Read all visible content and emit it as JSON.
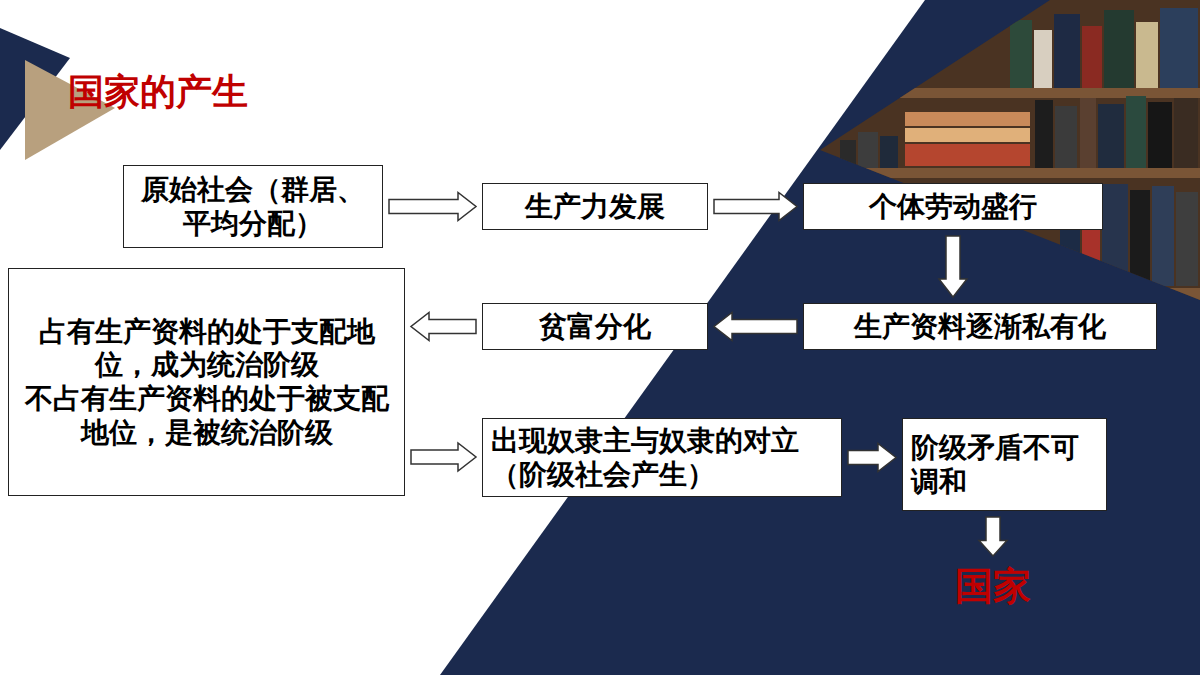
{
  "diagram": {
    "title": "国家的产生",
    "nodes": [
      {
        "text": [
          "原始社会（群居、平均分配）"
        ]
      },
      {
        "text": [
          "生产力发展"
        ]
      },
      {
        "text": [
          "个体劳动盛行"
        ]
      },
      {
        "text": [
          "生产资料逐渐私有化"
        ]
      },
      {
        "text": [
          "贫富分化"
        ]
      },
      {
        "text": [
          "占有生产资料的处于支配地位，成为统治阶级",
          "不占有生产资料的处于被支配地位，是被统治阶级"
        ]
      },
      {
        "text": [
          "出现奴隶主与奴隶的对立（阶级社会产生）"
        ]
      },
      {
        "text": [
          "阶级矛盾不可调和"
        ]
      },
      {
        "text": [
          "国家"
        ]
      }
    ],
    "edges": [
      {
        "from": 0,
        "to": 1,
        "arrow": "to"
      },
      {
        "from": 1,
        "to": 2,
        "arrow": "to"
      },
      {
        "from": 2,
        "to": 3,
        "arrow": "to"
      },
      {
        "from": 3,
        "to": 4,
        "arrow": "to"
      },
      {
        "from": 4,
        "to": 5,
        "arrow": "to"
      },
      {
        "from": 5,
        "to": 6,
        "arrow": "to"
      },
      {
        "from": 6,
        "to": 7,
        "arrow": "to"
      },
      {
        "from": 7,
        "to": 8,
        "arrow": "to"
      }
    ]
  }
}
